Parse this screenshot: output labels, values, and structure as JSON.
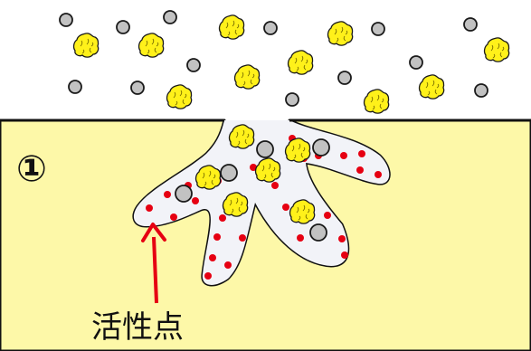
{
  "panel_number": "①",
  "active_site_label": "活性点",
  "colors": {
    "background_top": "#ffffff",
    "support": "#fdf8a8",
    "pore_fill": "#f2f3f8",
    "outline": "#111111",
    "small_particle": "#c2c2c2",
    "large_particle": "#fff11a",
    "active_site": "#e60012",
    "arrow": "#e60012"
  },
  "icons": {
    "small_particle": "gray-circle",
    "large_particle": "yellow-blob",
    "active_site": "red-dot"
  }
}
